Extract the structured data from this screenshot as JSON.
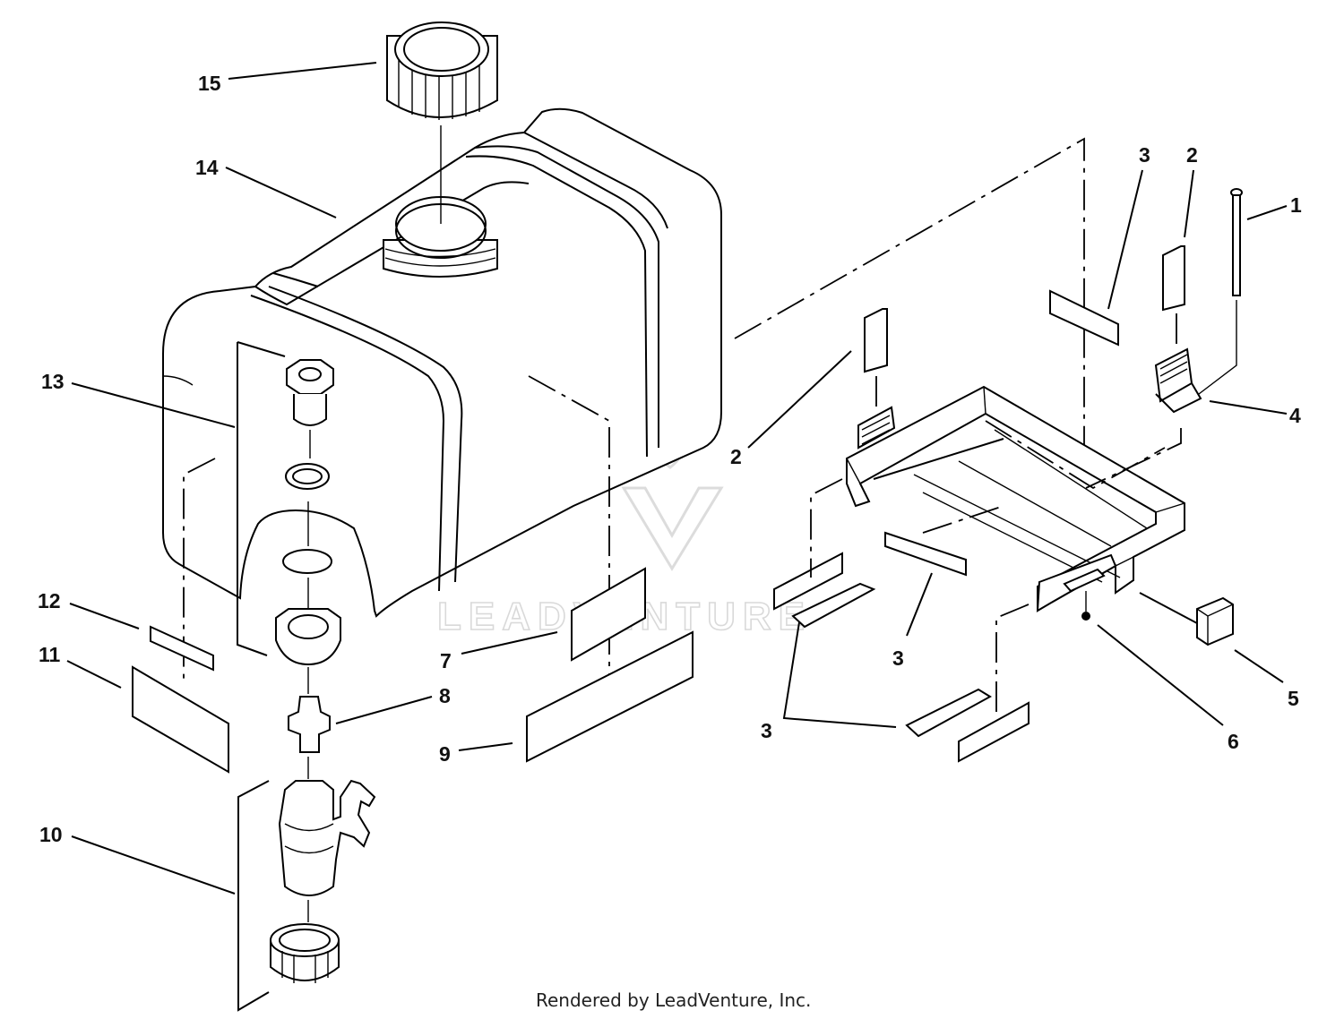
{
  "watermark": {
    "text": "LEADVENTURE"
  },
  "footer": {
    "credit": "Rendered by LeadVenture, Inc."
  },
  "callouts": {
    "c1": "1",
    "c2a": "2",
    "c2b": "2",
    "c3a": "3",
    "c3b": "3",
    "c3c": "3",
    "c4": "4",
    "c5": "5",
    "c6": "6",
    "c7": "7",
    "c8": "8",
    "c9": "9",
    "c10": "10",
    "c11": "11",
    "c12": "12",
    "c13": "13",
    "c14": "14",
    "c15": "15"
  }
}
